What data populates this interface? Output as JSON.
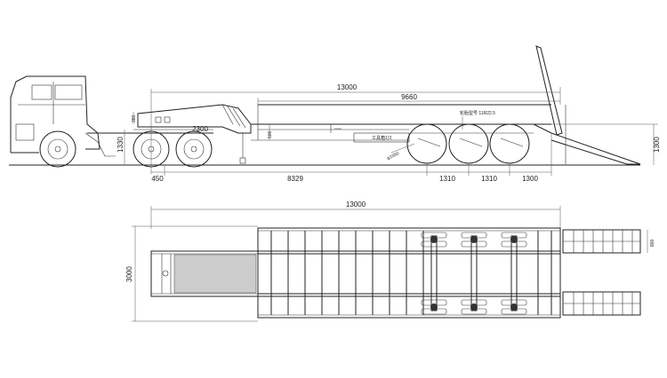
{
  "side_view": {
    "dims": {
      "overall_length": "13000",
      "deck_length": "9660",
      "gooseneck_height": "380",
      "tractor_axle_spacing": "2300",
      "fifth_wheel_height": "1330",
      "front_overhang": "450",
      "kingpin_to_axle": "8329",
      "deck_step": "500",
      "tire_diameter": "φ1050",
      "axle_spacing_1": "1310",
      "axle_spacing_2": "1310",
      "rear_overhang": "1300",
      "ramp_height": "1300"
    },
    "labels": {
      "tire_model": "轮胎型号 11R22.5",
      "toolbox": "工具箱1只"
    }
  },
  "plan_view": {
    "dims": {
      "overall_length": "13000",
      "overall_width": "3000",
      "ramp_width": "800"
    }
  }
}
